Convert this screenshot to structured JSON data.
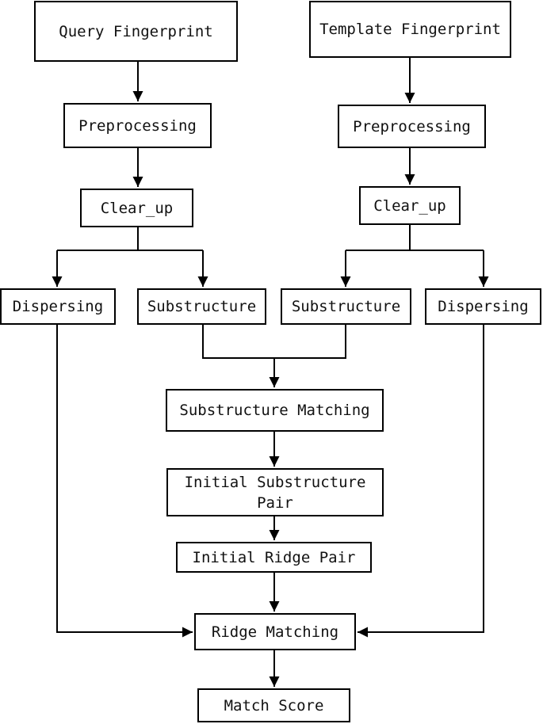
{
  "nodes": {
    "query_fingerprint": "Query Fingerprint",
    "template_fingerprint": "Template Fingerprint",
    "query_preprocessing": "Preprocessing",
    "template_preprocessing": "Preprocessing",
    "query_clear_up": "Clear_up",
    "template_clear_up": "Clear_up",
    "query_dispersing": "Dispersing",
    "query_substructure": "Substructure",
    "template_substructure": "Substructure",
    "template_dispersing": "Dispersing",
    "substructure_matching": "Substructure Matching",
    "initial_substructure_pair": "Initial Substructure\nPair",
    "initial_ridge_pair": "Initial Ridge Pair",
    "ridge_matching": "Ridge Matching",
    "match_score": "Match Score"
  }
}
